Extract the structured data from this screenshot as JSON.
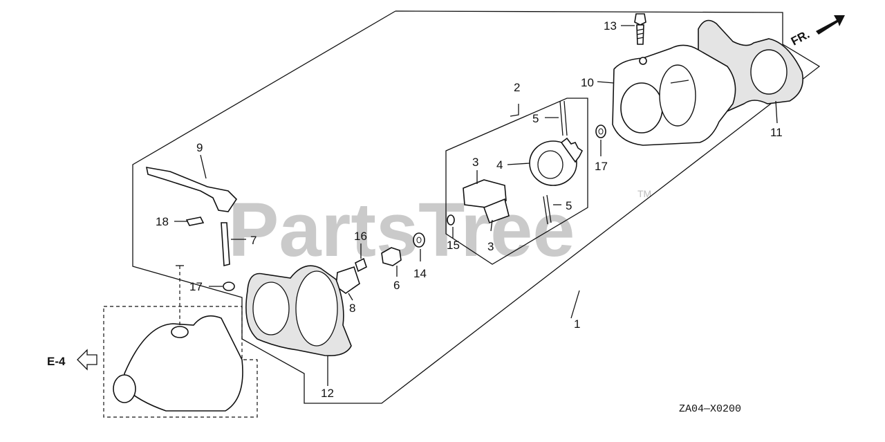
{
  "watermark": {
    "text": "PartsTree",
    "tm": "TM"
  },
  "diagram_code": "ZA04—X0200",
  "ref_e4": "E-4",
  "fr_label": "FR.",
  "callouts": {
    "c1": "1",
    "c2": "2",
    "c3a": "3",
    "c3b": "3",
    "c4": "4",
    "c5a": "5",
    "c5b": "5",
    "c6": "6",
    "c7": "7",
    "c8": "8",
    "c9": "9",
    "c10": "10",
    "c11": "11",
    "c12": "12",
    "c13": "13",
    "c14": "14",
    "c15": "15",
    "c16": "16",
    "c17a": "17",
    "c17b": "17",
    "c18": "18"
  },
  "icons": [
    "fr-arrow-icon",
    "left-arrow-icon"
  ]
}
